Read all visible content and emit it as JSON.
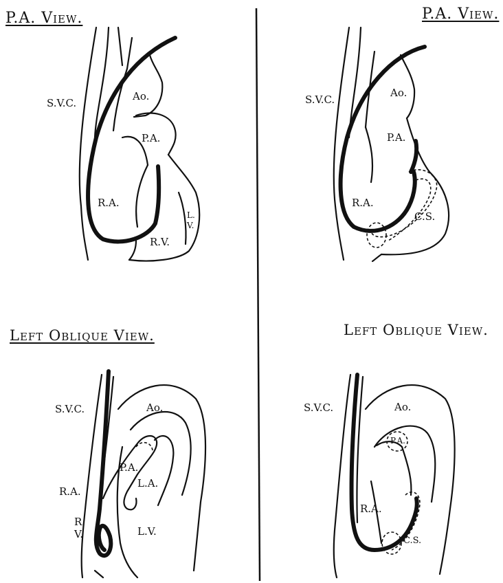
{
  "titles": {
    "top_left": "P.A. View.",
    "top_right": "P.A. View.",
    "bottom_left": "Left Oblique View.",
    "bottom_right": "Left Oblique View."
  },
  "labels": {
    "tl": {
      "svc": "S.V.C.",
      "ao": "Ao.",
      "pa": "P.A.",
      "ra": "R.A.",
      "rv": "R.V.",
      "lv1": "L.",
      "lv2": "V."
    },
    "tr": {
      "svc": "S.V.C.",
      "ao": "Ao.",
      "pa": "P.A.",
      "ra": "R.A.",
      "cs": "C.S."
    },
    "bl": {
      "svc": "S.V.C.",
      "ao": "Ao.",
      "pa": "P.A.",
      "la": "L.A.",
      "ra": "R.A.",
      "rv1": "R.",
      "rv2": "V.",
      "lv": "L.V."
    },
    "br": {
      "svc": "S.V.C.",
      "ao": "Ao.",
      "pa": "P.A.",
      "ra": "R.A.",
      "cs": "C.S."
    }
  }
}
